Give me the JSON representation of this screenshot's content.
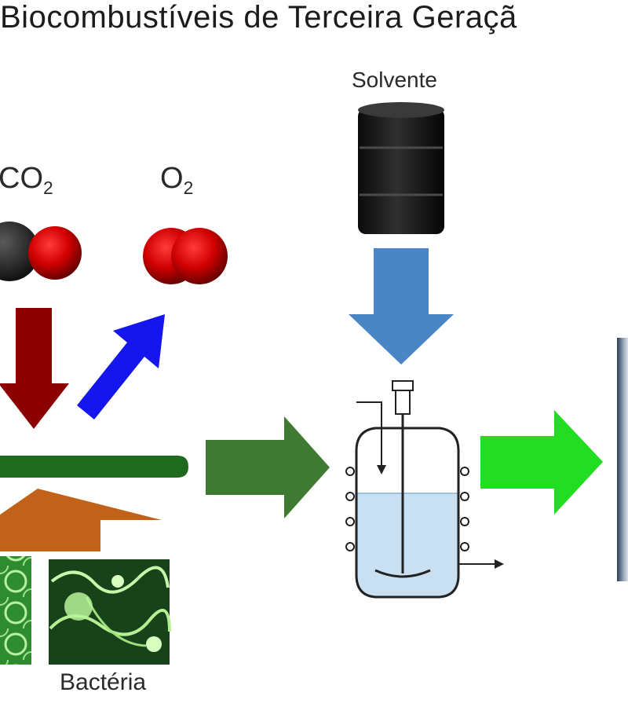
{
  "title": "Biocombustíveis de Terceira Geraçã",
  "labels": {
    "solvente": "Solvente",
    "co2_main": "CO",
    "co2_sub": "2",
    "o2_main": "O",
    "o2_sub": "2",
    "bacteria": "Bactéria"
  },
  "colors": {
    "co2_arrow": "#8b0000",
    "o2_arrow": "#1515ee",
    "solvent_arrow": "#4a86c6",
    "green_arrow_dark": "#3e7a32",
    "green_arrow_bright": "#22dd22",
    "orange_arrow": "#c2621a",
    "green_bar": "#1f6a1f",
    "liquid": "#c8e0f2"
  },
  "icons": [
    "co2-molecule-icon",
    "o2-molecule-icon",
    "oil-barrel-icon",
    "bioreactor-icon",
    "algae-image",
    "bacteria-image"
  ]
}
